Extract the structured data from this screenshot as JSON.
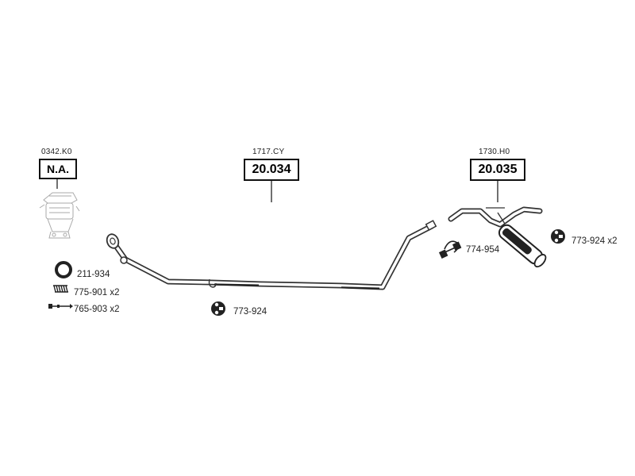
{
  "parts": [
    {
      "ref": "0342.K0",
      "code": "N.A."
    },
    {
      "ref": "1717.CY",
      "code": "20.034"
    },
    {
      "ref": "1730.H0",
      "code": "20.035"
    }
  ],
  "accessories": {
    "gasket": "211-934",
    "spring": "775-901 x2",
    "bolt": "765-903 x2",
    "hanger_mid": "773-924",
    "clamp": "774-954",
    "hanger_rear": "773-924 x2"
  }
}
